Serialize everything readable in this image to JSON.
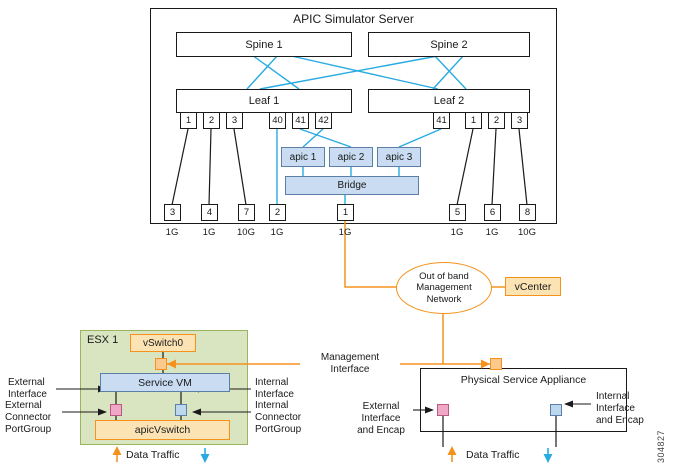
{
  "figure": {
    "number": "304827"
  },
  "colors": {
    "cyan": "#29ABE2",
    "orange": "#F5921E",
    "line_black": "#1a1a1a",
    "esx_green_fill": "#D9E5C0",
    "blue_fill": "#C9DCF2",
    "tan_fill": "#FCE3B3",
    "pink_fill": "#F0A8C6"
  },
  "simulator": {
    "title": "APIC Simulator Server",
    "spine1": "Spine 1",
    "spine2": "Spine 2",
    "leaf1": "Leaf 1",
    "leaf2": "Leaf 2",
    "leaf1_ports": [
      "1",
      "2",
      "3",
      "40",
      "41",
      "42"
    ],
    "leaf2_ports": [
      "41",
      "1",
      "2",
      "3"
    ],
    "apics": [
      "apic 1",
      "apic 2",
      "apic 3"
    ],
    "bridge": "Bridge",
    "bottom_ports": [
      {
        "num": "3",
        "speed": "1G"
      },
      {
        "num": "4",
        "speed": "1G"
      },
      {
        "num": "7",
        "speed": "10G"
      },
      {
        "num": "2",
        "speed": "1G"
      },
      {
        "num": "1",
        "speed": "1G"
      },
      {
        "num": "5",
        "speed": "1G"
      },
      {
        "num": "6",
        "speed": "1G"
      },
      {
        "num": "8",
        "speed": "10G"
      }
    ]
  },
  "management": {
    "oob_network": "Out of band\nManagement\nNetwork",
    "vcenter": "vCenter",
    "interface_label": "Management\nInterface"
  },
  "esx": {
    "title": "ESX 1",
    "vswitch0": "vSwitch0",
    "service_vm": "Service VM",
    "apic_vswitch": "apicVswitch",
    "data_traffic": "Data Traffic"
  },
  "esx_labels": {
    "external_interface": "External\nInterface",
    "external_connector": "External\nConnector\nPortGroup",
    "internal_interface": "Internal\nInterface",
    "internal_connector": "Internal\nConnector\nPortGroup"
  },
  "appliance": {
    "title": "Physical Service Appliance",
    "external_label": "External\nInterface\nand Encap",
    "internal_label": "Internal\nInterface\nand Encap",
    "data_traffic": "Data Traffic"
  }
}
